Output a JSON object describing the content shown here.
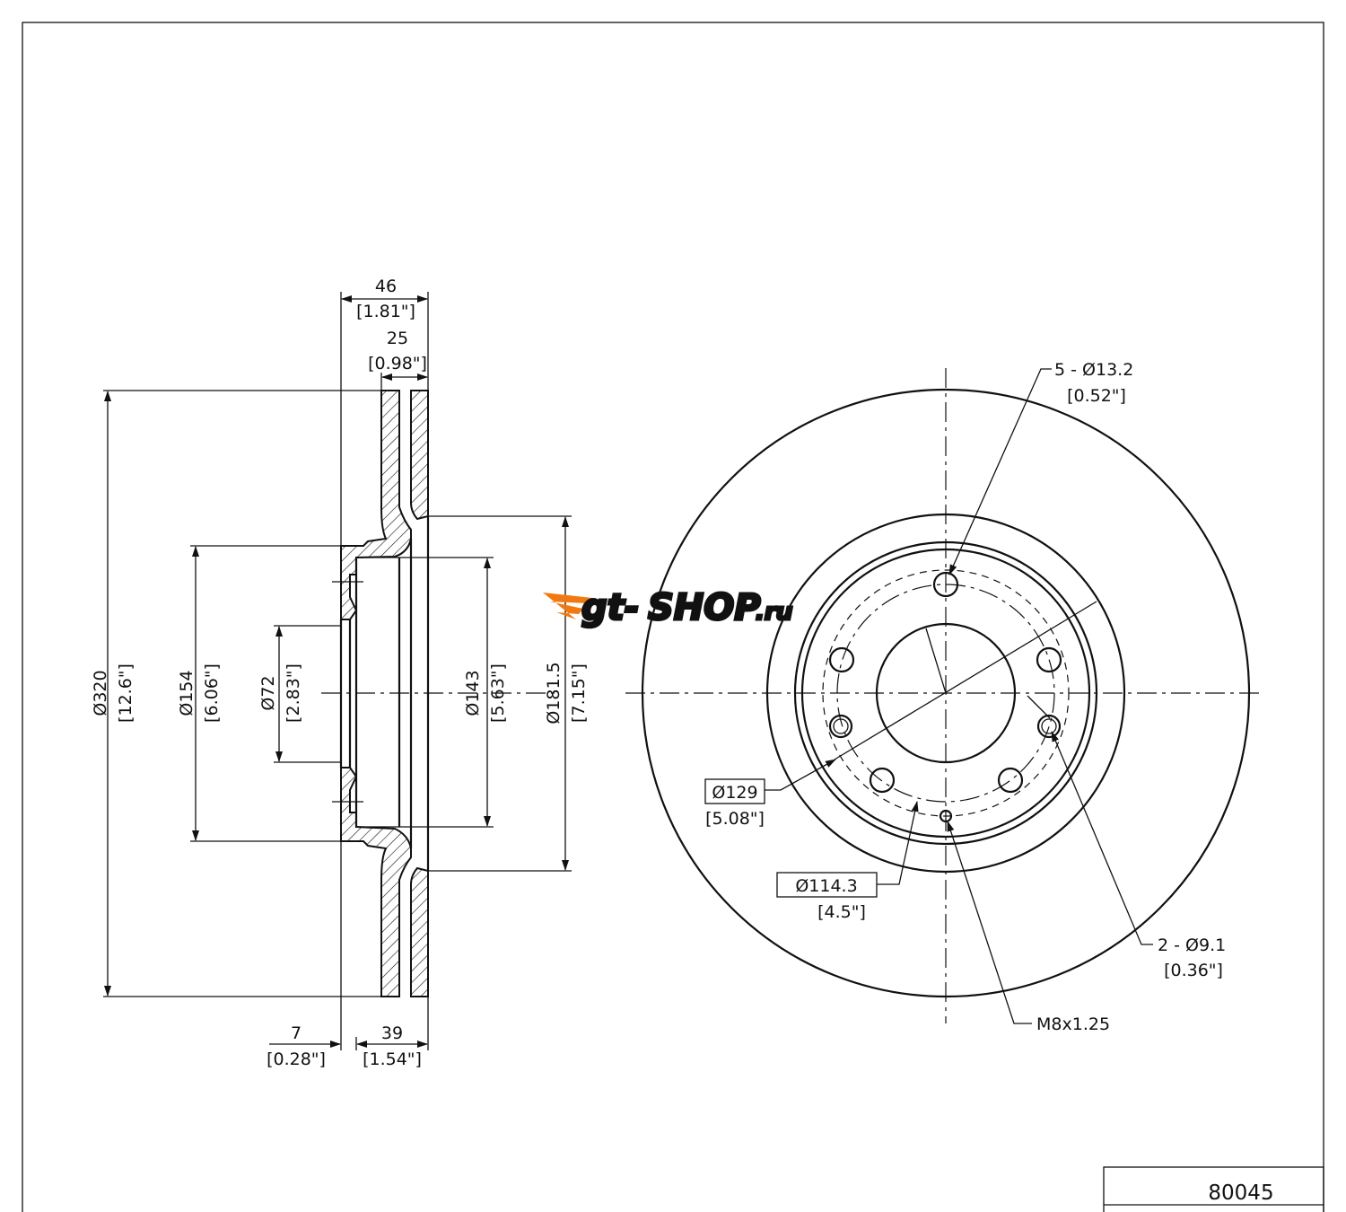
{
  "part_number": "80045",
  "logo_text": "gt-shop.ru",
  "side_view": {
    "overall_width": {
      "mm": "46",
      "in": "[1.81\"]"
    },
    "rotor_thickness": {
      "mm": "25",
      "in": "[0.98\"]"
    },
    "rotor_diameter": {
      "mm": "Ø320",
      "in": "[12.6\"]"
    },
    "hat_outer": {
      "mm": "Ø154",
      "in": "[6.06\"]"
    },
    "center_bore": {
      "mm": "Ø72",
      "in": "[2.83\"]"
    },
    "hat_inner": {
      "mm": "Ø143",
      "in": "[5.63\"]"
    },
    "friction_inner": {
      "mm": "Ø181.5",
      "in": "[7.15\"]"
    },
    "hub_thickness": {
      "mm": "7",
      "in": "[0.28\"]"
    },
    "hat_depth": {
      "mm": "39",
      "in": "[1.54\"]"
    }
  },
  "front_view": {
    "bolt_holes": {
      "mm": "5 - Ø13.2",
      "in": "[0.52\"]"
    },
    "circle_129": {
      "mm": "Ø129",
      "in": "[5.08\"]"
    },
    "bolt_circle": {
      "mm": "Ø114.3",
      "in": "[4.5\"]"
    },
    "pin_holes": {
      "mm": "2 - Ø9.1",
      "in": "[0.36\"]"
    },
    "thread": "M8x1.25"
  }
}
